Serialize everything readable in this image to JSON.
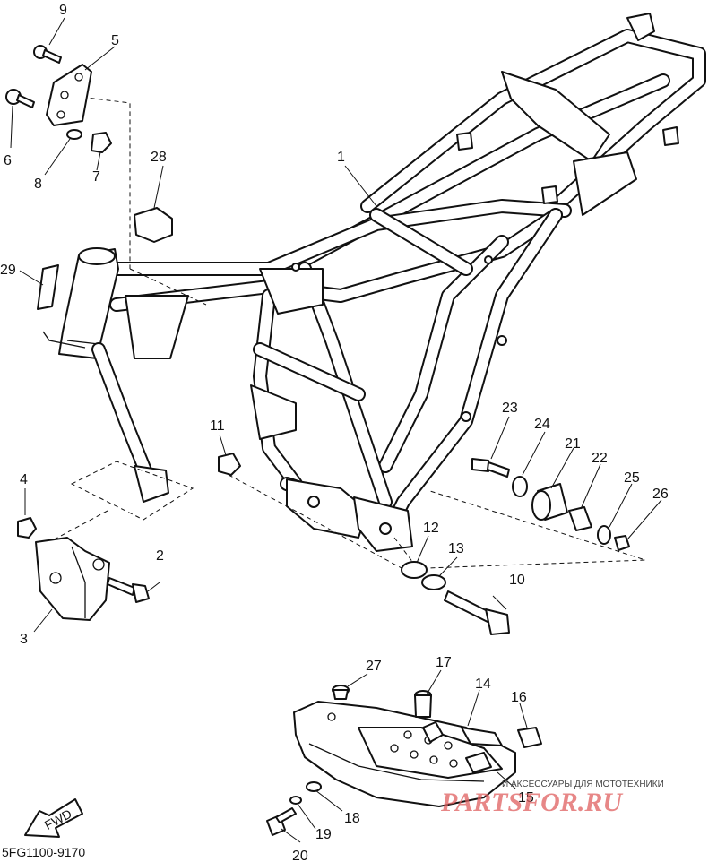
{
  "diagram_code": "5FG1100-9170",
  "fwd_label": "FWD",
  "watermark": {
    "caption": "И АКСЕССУАРЫ ДЛЯ МОТОТЕХНИКИ",
    "logo": "PARTSFOR.RU"
  },
  "callouts": [
    "1",
    "2",
    "3",
    "4",
    "5",
    "6",
    "7",
    "8",
    "9",
    "10",
    "11",
    "12",
    "13",
    "14",
    "15",
    "16",
    "17",
    "18",
    "19",
    "20",
    "21",
    "22",
    "23",
    "24",
    "25",
    "26",
    "27",
    "28",
    "29"
  ]
}
